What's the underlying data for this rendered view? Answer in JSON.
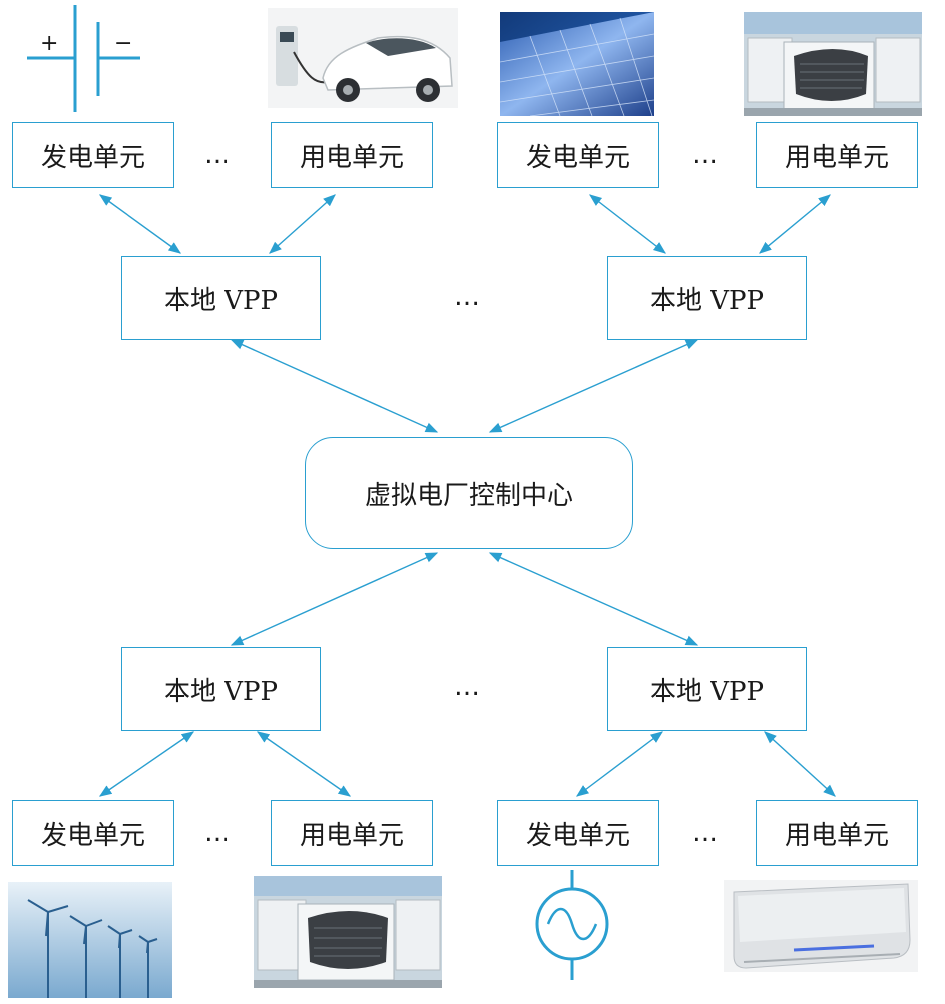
{
  "center": {
    "label": "虚拟电厂控制中心"
  },
  "vpp": [
    "本地 VPP",
    "本地 VPP",
    "本地 VPP",
    "本地 VPP"
  ],
  "units": {
    "gen": "发电单元",
    "use": "用电单元"
  },
  "ellipsis": "…",
  "battery_symbol": {
    "plus": "+",
    "minus": "−"
  },
  "colors": {
    "line": "#2a9fd0",
    "text": "#1a1a1a"
  },
  "icons": [
    "battery-symbol-icon",
    "electric-car-icon",
    "solar-panel-icon",
    "storage-container-icon",
    "wind-turbine-icon",
    "storage-container-icon",
    "ac-generator-icon",
    "air-conditioner-icon"
  ]
}
